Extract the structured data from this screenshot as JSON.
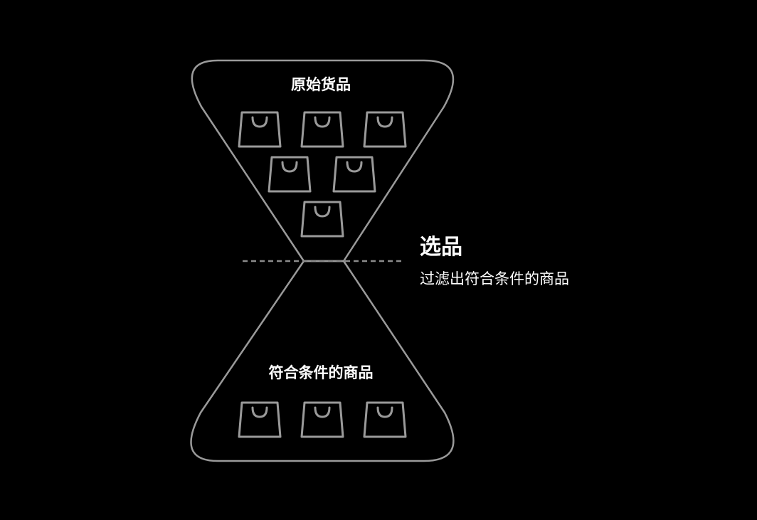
{
  "diagram": {
    "top_label": "原始货品",
    "bottom_label": "符合条件的商品",
    "top_item_count": 6,
    "bottom_item_count": 3,
    "item_icon": "shopping-bag-icon",
    "stroke_color": "#9a9a9a",
    "background_color": "#000000"
  },
  "annotation": {
    "title": "选品",
    "description": "过滤出符合条件的商品"
  }
}
